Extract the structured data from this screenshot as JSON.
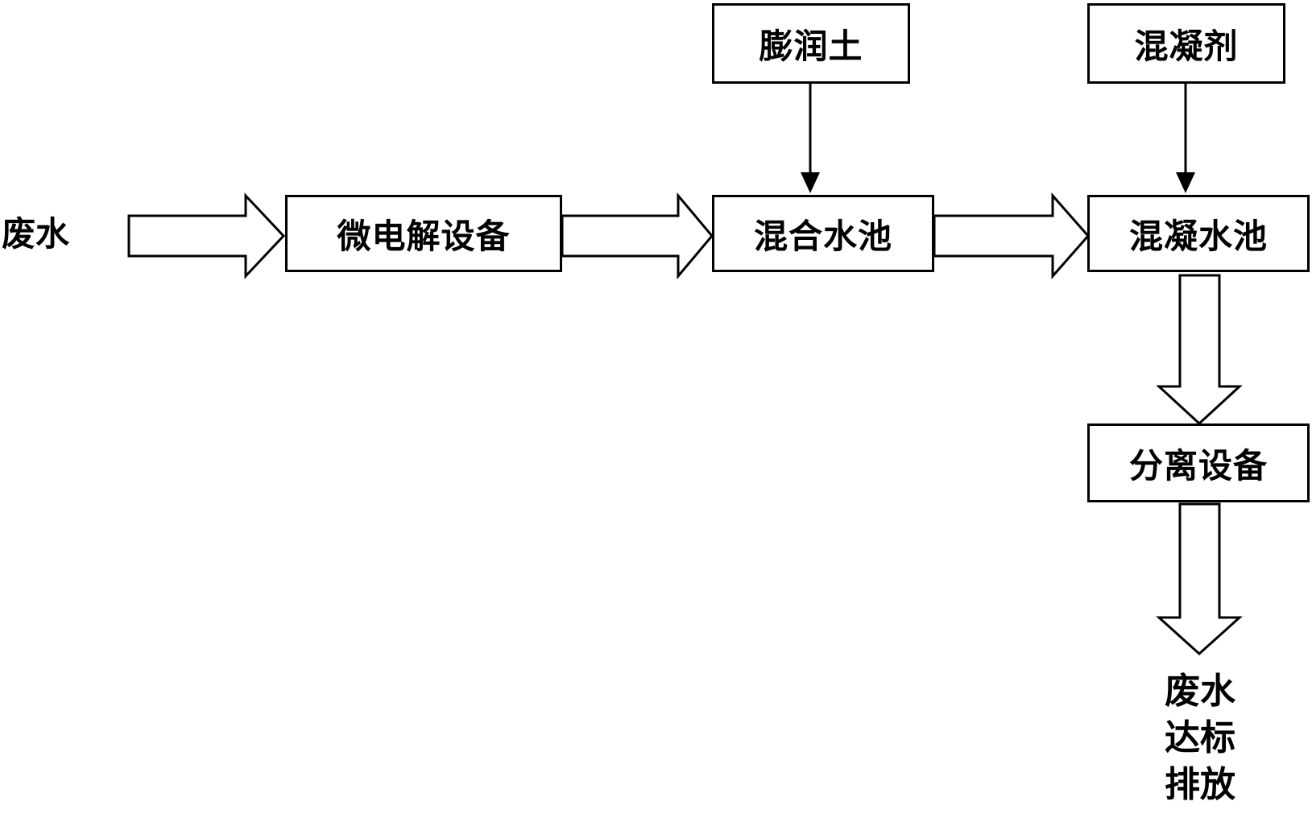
{
  "input_label": "废水",
  "nodes": {
    "micro_electrolysis": "微电解设备",
    "mixing_tank": "混合水池",
    "coagulation_tank": "混凝水池",
    "separation": "分离设备",
    "bentonite": "膨润土",
    "coagulant": "混凝剂"
  },
  "output_label": {
    "line1": "废水",
    "line2": "达标",
    "line3": "排放"
  }
}
